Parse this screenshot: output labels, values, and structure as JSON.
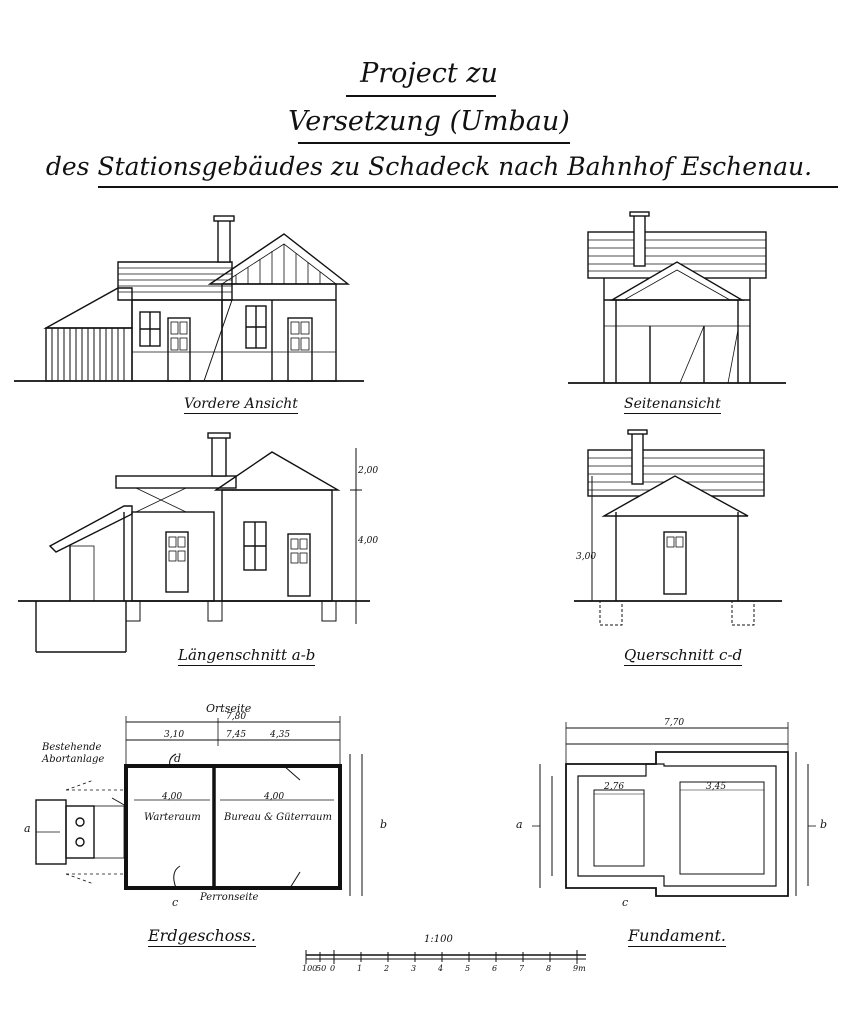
{
  "title": {
    "line1": "Project zu",
    "line2": "Versetzung (Umbau)",
    "line3": "des Stationsgebäudes zu Schadeck nach Bahnhof Eschenau."
  },
  "views": {
    "front": "Vordere Ansicht",
    "side": "Seitenansicht",
    "long_section": "Längenschnitt a-b",
    "cross_section": "Querschnitt c-d",
    "ground_floor": "Erdgeschoss.",
    "foundation": "Fundament."
  },
  "plan_labels": {
    "ortseite": "Ortseite",
    "perronseite": "Perronseite",
    "warteraum": "Warteraum",
    "bureau": "Bureau & Güterraum",
    "existing_1": "Bestehende",
    "existing_2": "Abortanlage",
    "a": "a",
    "b": "b",
    "c": "c",
    "d": "d"
  },
  "dimensions": {
    "plan_top_total": "7,80",
    "plan_top_inner": "7,45",
    "plan_left": "3,10",
    "plan_right": "4,35",
    "room1": "4,00",
    "room2": "4,00",
    "found_total": "7,70",
    "found_a": "2,76",
    "found_b": "3,45",
    "height_400": "4,00",
    "height_200": "2,00",
    "height_300": "3,00"
  },
  "scale": {
    "label": "1:100",
    "ticks": [
      "100",
      "50",
      "0",
      "1",
      "2",
      "3",
      "4",
      "5",
      "6",
      "7",
      "8",
      "9m"
    ]
  }
}
